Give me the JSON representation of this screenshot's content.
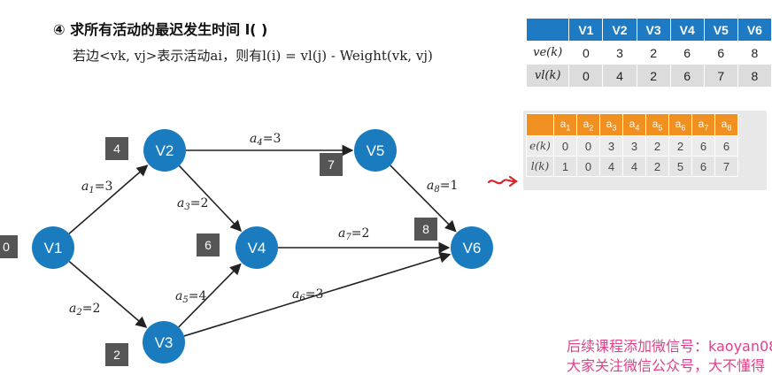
{
  "heading": "④ 求所有活动的最迟发生时间 l( )",
  "formula": "若边<vk, vj>表示活动ai，则有l(i) = vl(j) - Weight(vk, vj)",
  "nodes": [
    {
      "id": "V1",
      "tag": "0"
    },
    {
      "id": "V2",
      "tag": "4"
    },
    {
      "id": "V3",
      "tag": "2"
    },
    {
      "id": "V4",
      "tag": "6"
    },
    {
      "id": "V5",
      "tag": "7"
    },
    {
      "id": "V6",
      "tag": "8"
    }
  ],
  "edges": [
    {
      "from": "V1",
      "to": "V2",
      "name": "a",
      "sub": "1",
      "weight": "=3"
    },
    {
      "from": "V1",
      "to": "V3",
      "name": "a",
      "sub": "2",
      "weight": "=2"
    },
    {
      "from": "V2",
      "to": "V4",
      "name": "a",
      "sub": "3",
      "weight": "=2"
    },
    {
      "from": "V2",
      "to": "V5",
      "name": "a",
      "sub": "4",
      "weight": "=3"
    },
    {
      "from": "V3",
      "to": "V4",
      "name": "a",
      "sub": "5",
      "weight": "=4"
    },
    {
      "from": "V3",
      "to": "V6",
      "name": "a",
      "sub": "6",
      "weight": "=3"
    },
    {
      "from": "V4",
      "to": "V6",
      "name": "a",
      "sub": "7",
      "weight": "=2"
    },
    {
      "from": "V5",
      "to": "V6",
      "name": "a",
      "sub": "8",
      "weight": "=1"
    }
  ],
  "vertex_table": {
    "headers": [
      "V1",
      "V2",
      "V3",
      "V4",
      "V5",
      "V6"
    ],
    "rows": [
      {
        "label": "ve(k)",
        "values": [
          "0",
          "3",
          "2",
          "6",
          "6",
          "8"
        ]
      },
      {
        "label": "vl(k)",
        "values": [
          "0",
          "4",
          "2",
          "6",
          "7",
          "8"
        ]
      }
    ]
  },
  "activity_table": {
    "headers": [
      "a1",
      "a2",
      "a3",
      "a4",
      "a5",
      "a6",
      "a7",
      "a8"
    ],
    "rows": [
      {
        "label": "e(k)",
        "values": [
          "0",
          "0",
          "3",
          "3",
          "2",
          "2",
          "6",
          "6"
        ]
      },
      {
        "label": "l(k)",
        "values": [
          "1",
          "0",
          "4",
          "4",
          "2",
          "5",
          "6",
          "7"
        ]
      }
    ]
  },
  "watermark": "后续课程添加微信号：kaoyan08",
  "watermark2": "大家关注微信公众号，大不懂得",
  "colors": {
    "node": "#1a7cbf",
    "vheader": "#1e7bc3",
    "aheader": "#f09020",
    "annotation": "#d6262e"
  }
}
